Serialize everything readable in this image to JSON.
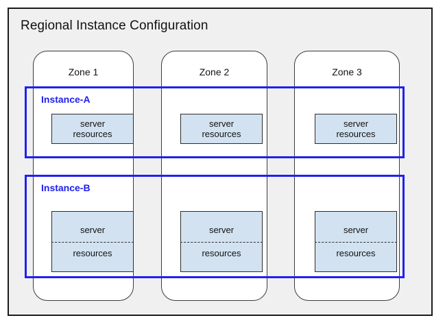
{
  "diagram": {
    "title": "Regional Instance Configuration",
    "background_color": "#f0f0f0",
    "border_color": "#1a1a1a",
    "accent_color": "#2020ee",
    "resource_fill_color": "#d2e2f1"
  },
  "zones": [
    {
      "label": "Zone 1"
    },
    {
      "label": "Zone 2"
    },
    {
      "label": "Zone 3"
    }
  ],
  "instances": [
    {
      "label": "Instance-A",
      "split": false,
      "resources": [
        {
          "line1": "server",
          "line2": "resources"
        },
        {
          "line1": "server",
          "line2": "resources"
        },
        {
          "line1": "server",
          "line2": "resources"
        }
      ]
    },
    {
      "label": "Instance-B",
      "split": true,
      "resources": [
        {
          "line1": "server",
          "line2": "resources"
        },
        {
          "line1": "server",
          "line2": "resources"
        },
        {
          "line1": "server",
          "line2": "resources"
        }
      ]
    }
  ]
}
